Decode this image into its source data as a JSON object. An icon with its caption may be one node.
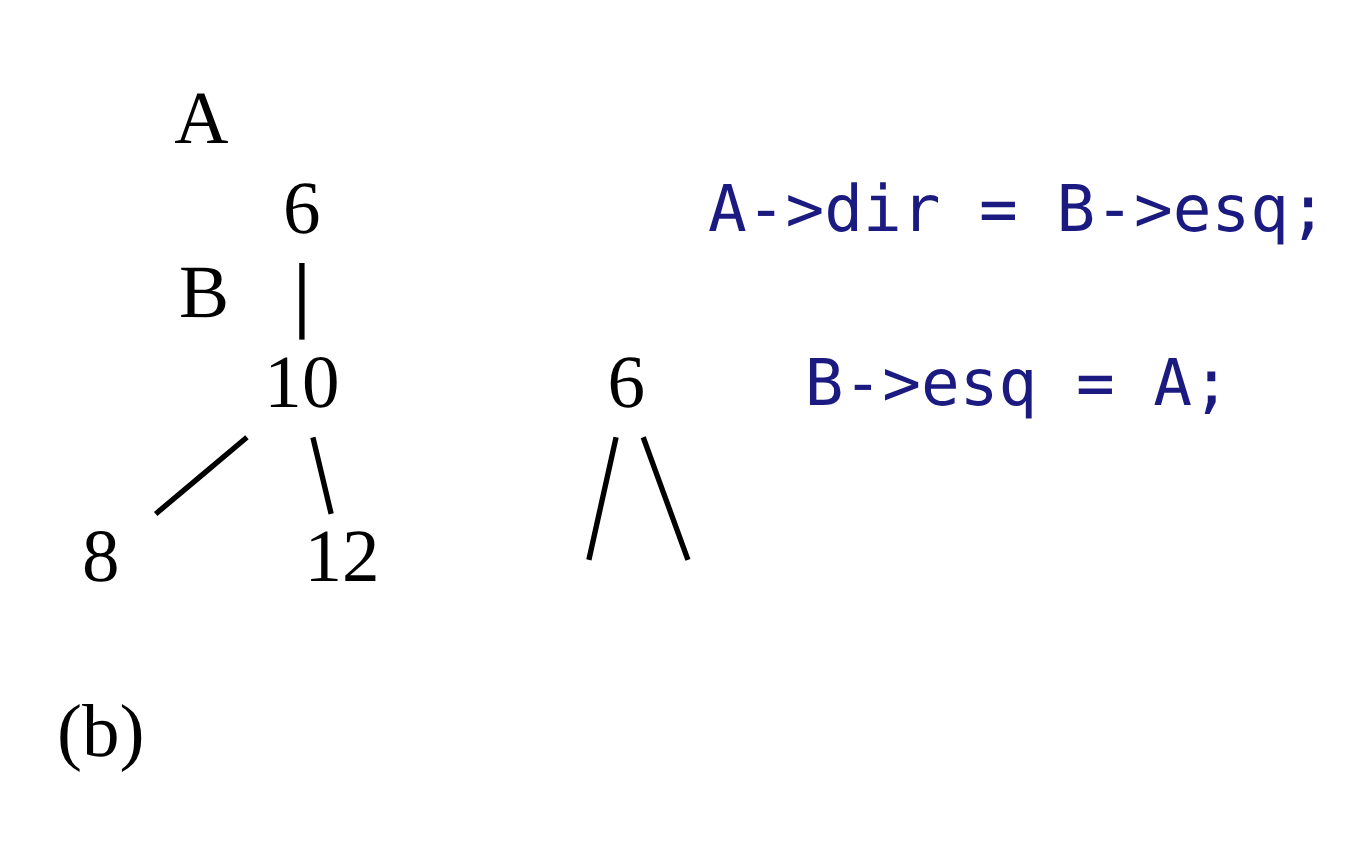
{
  "diagram": {
    "nodes": [
      {
        "text": [
          "6"
        ],
        "beside": [
          "A"
        ]
      },
      {
        "text": [
          "10"
        ],
        "beside": [
          "B"
        ]
      },
      {
        "text": [
          "8"
        ]
      },
      {
        "text": [
          "12"
        ]
      },
      {
        "text": [
          "6"
        ]
      }
    ],
    "edges": [
      {
        "from": 0,
        "to": 1,
        "arrow": "none"
      },
      {
        "from": 1,
        "to": 2,
        "arrow": "none"
      },
      {
        "from": 1,
        "to": 3,
        "arrow": "none"
      },
      {
        "from": 4,
        "to": null,
        "arrow": "none"
      },
      {
        "from": 4,
        "to": null,
        "arrow": "none"
      }
    ],
    "labels": [
      "A->dir = B->esq;",
      "B->esq = A;",
      "(b)"
    ]
  }
}
